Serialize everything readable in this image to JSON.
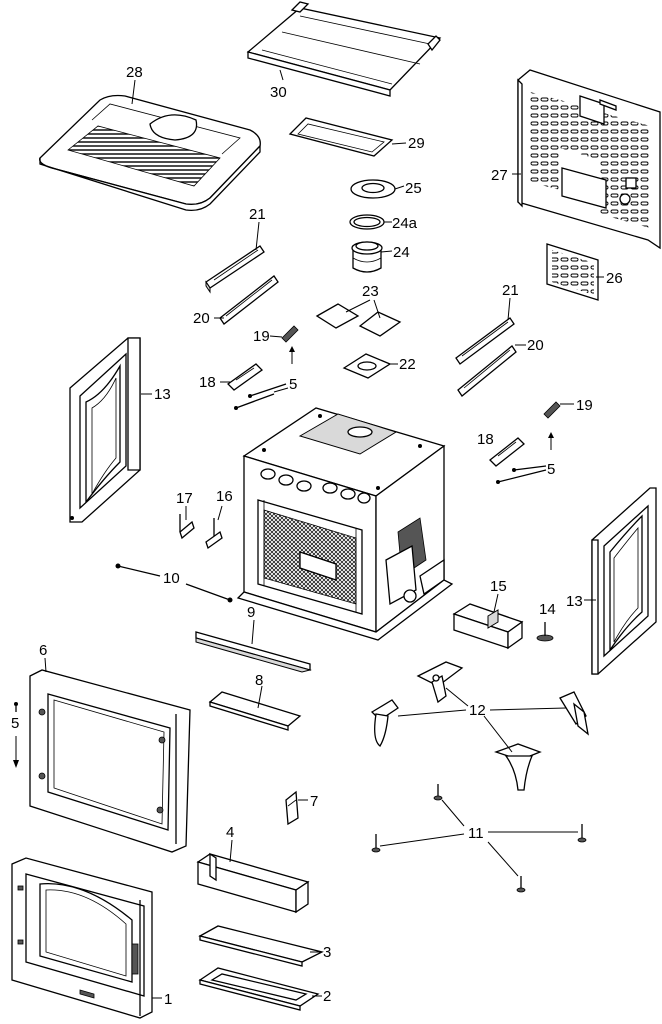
{
  "labels": {
    "p1": "1",
    "p2": "2",
    "p3": "3",
    "p4": "4",
    "p5a": "5",
    "p5b": "5",
    "p5c": "5",
    "p6": "6",
    "p7": "7",
    "p8": "8",
    "p9": "9",
    "p10": "10",
    "p11": "11",
    "p12": "12",
    "p13a": "13",
    "p13b": "13",
    "p14": "14",
    "p15": "15",
    "p16": "16",
    "p17": "17",
    "p18a": "18",
    "p18b": "18",
    "p19a": "19",
    "p19b": "19",
    "p20a": "20",
    "p20b": "20",
    "p21a": "21",
    "p21b": "21",
    "p22": "22",
    "p23": "23",
    "p24": "24",
    "p24a": "24a",
    "p25": "25",
    "p26": "26",
    "p27": "27",
    "p28": "28",
    "p29": "29",
    "p30": "30"
  }
}
